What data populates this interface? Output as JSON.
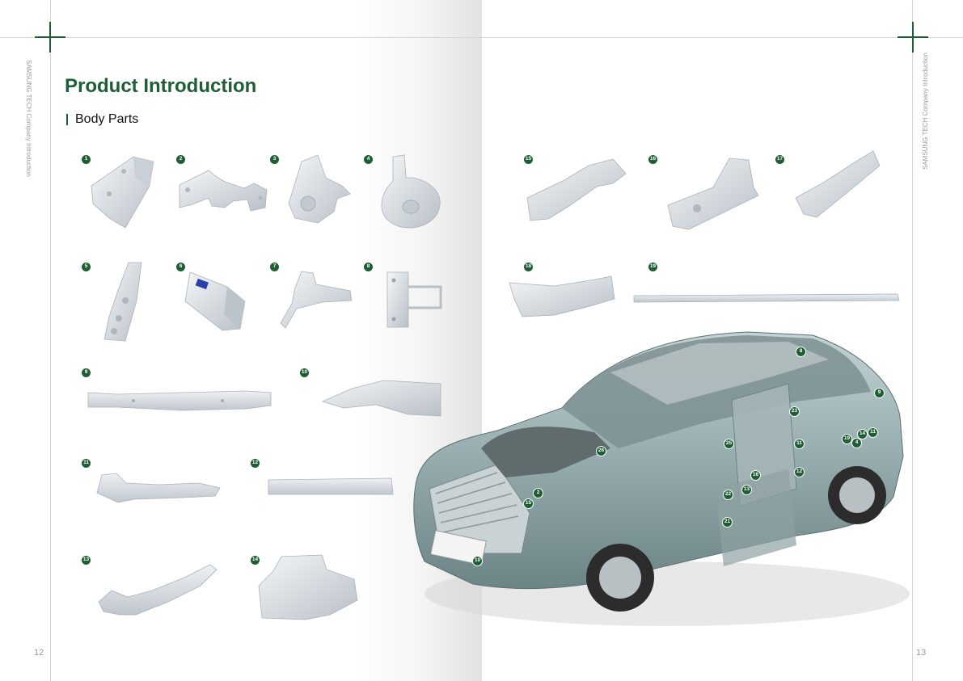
{
  "header": {
    "title": "Product Introduction",
    "subtitle": "Body Parts"
  },
  "side_text": {
    "left": "SAMSUNG TECH Company Introduction",
    "right": "SAMSUNG TECH Company Introduction"
  },
  "page_numbers": {
    "left": "12",
    "right": "13"
  },
  "part_numbers": [
    "1",
    "2",
    "3",
    "4",
    "5",
    "6",
    "7",
    "8",
    "9",
    "10",
    "11",
    "12",
    "13",
    "14",
    "15",
    "16",
    "17",
    "18",
    "19"
  ],
  "car_labels": [
    "8",
    "9",
    "23",
    "26",
    "25",
    "11",
    "19",
    "14",
    "11",
    "4",
    "16",
    "12",
    "2",
    "13",
    "15",
    "22",
    "21",
    "10"
  ],
  "colors": {
    "accent": "#1f5e34",
    "part_metal": "#dfe3e7",
    "car_body": "#9fb4b6"
  }
}
